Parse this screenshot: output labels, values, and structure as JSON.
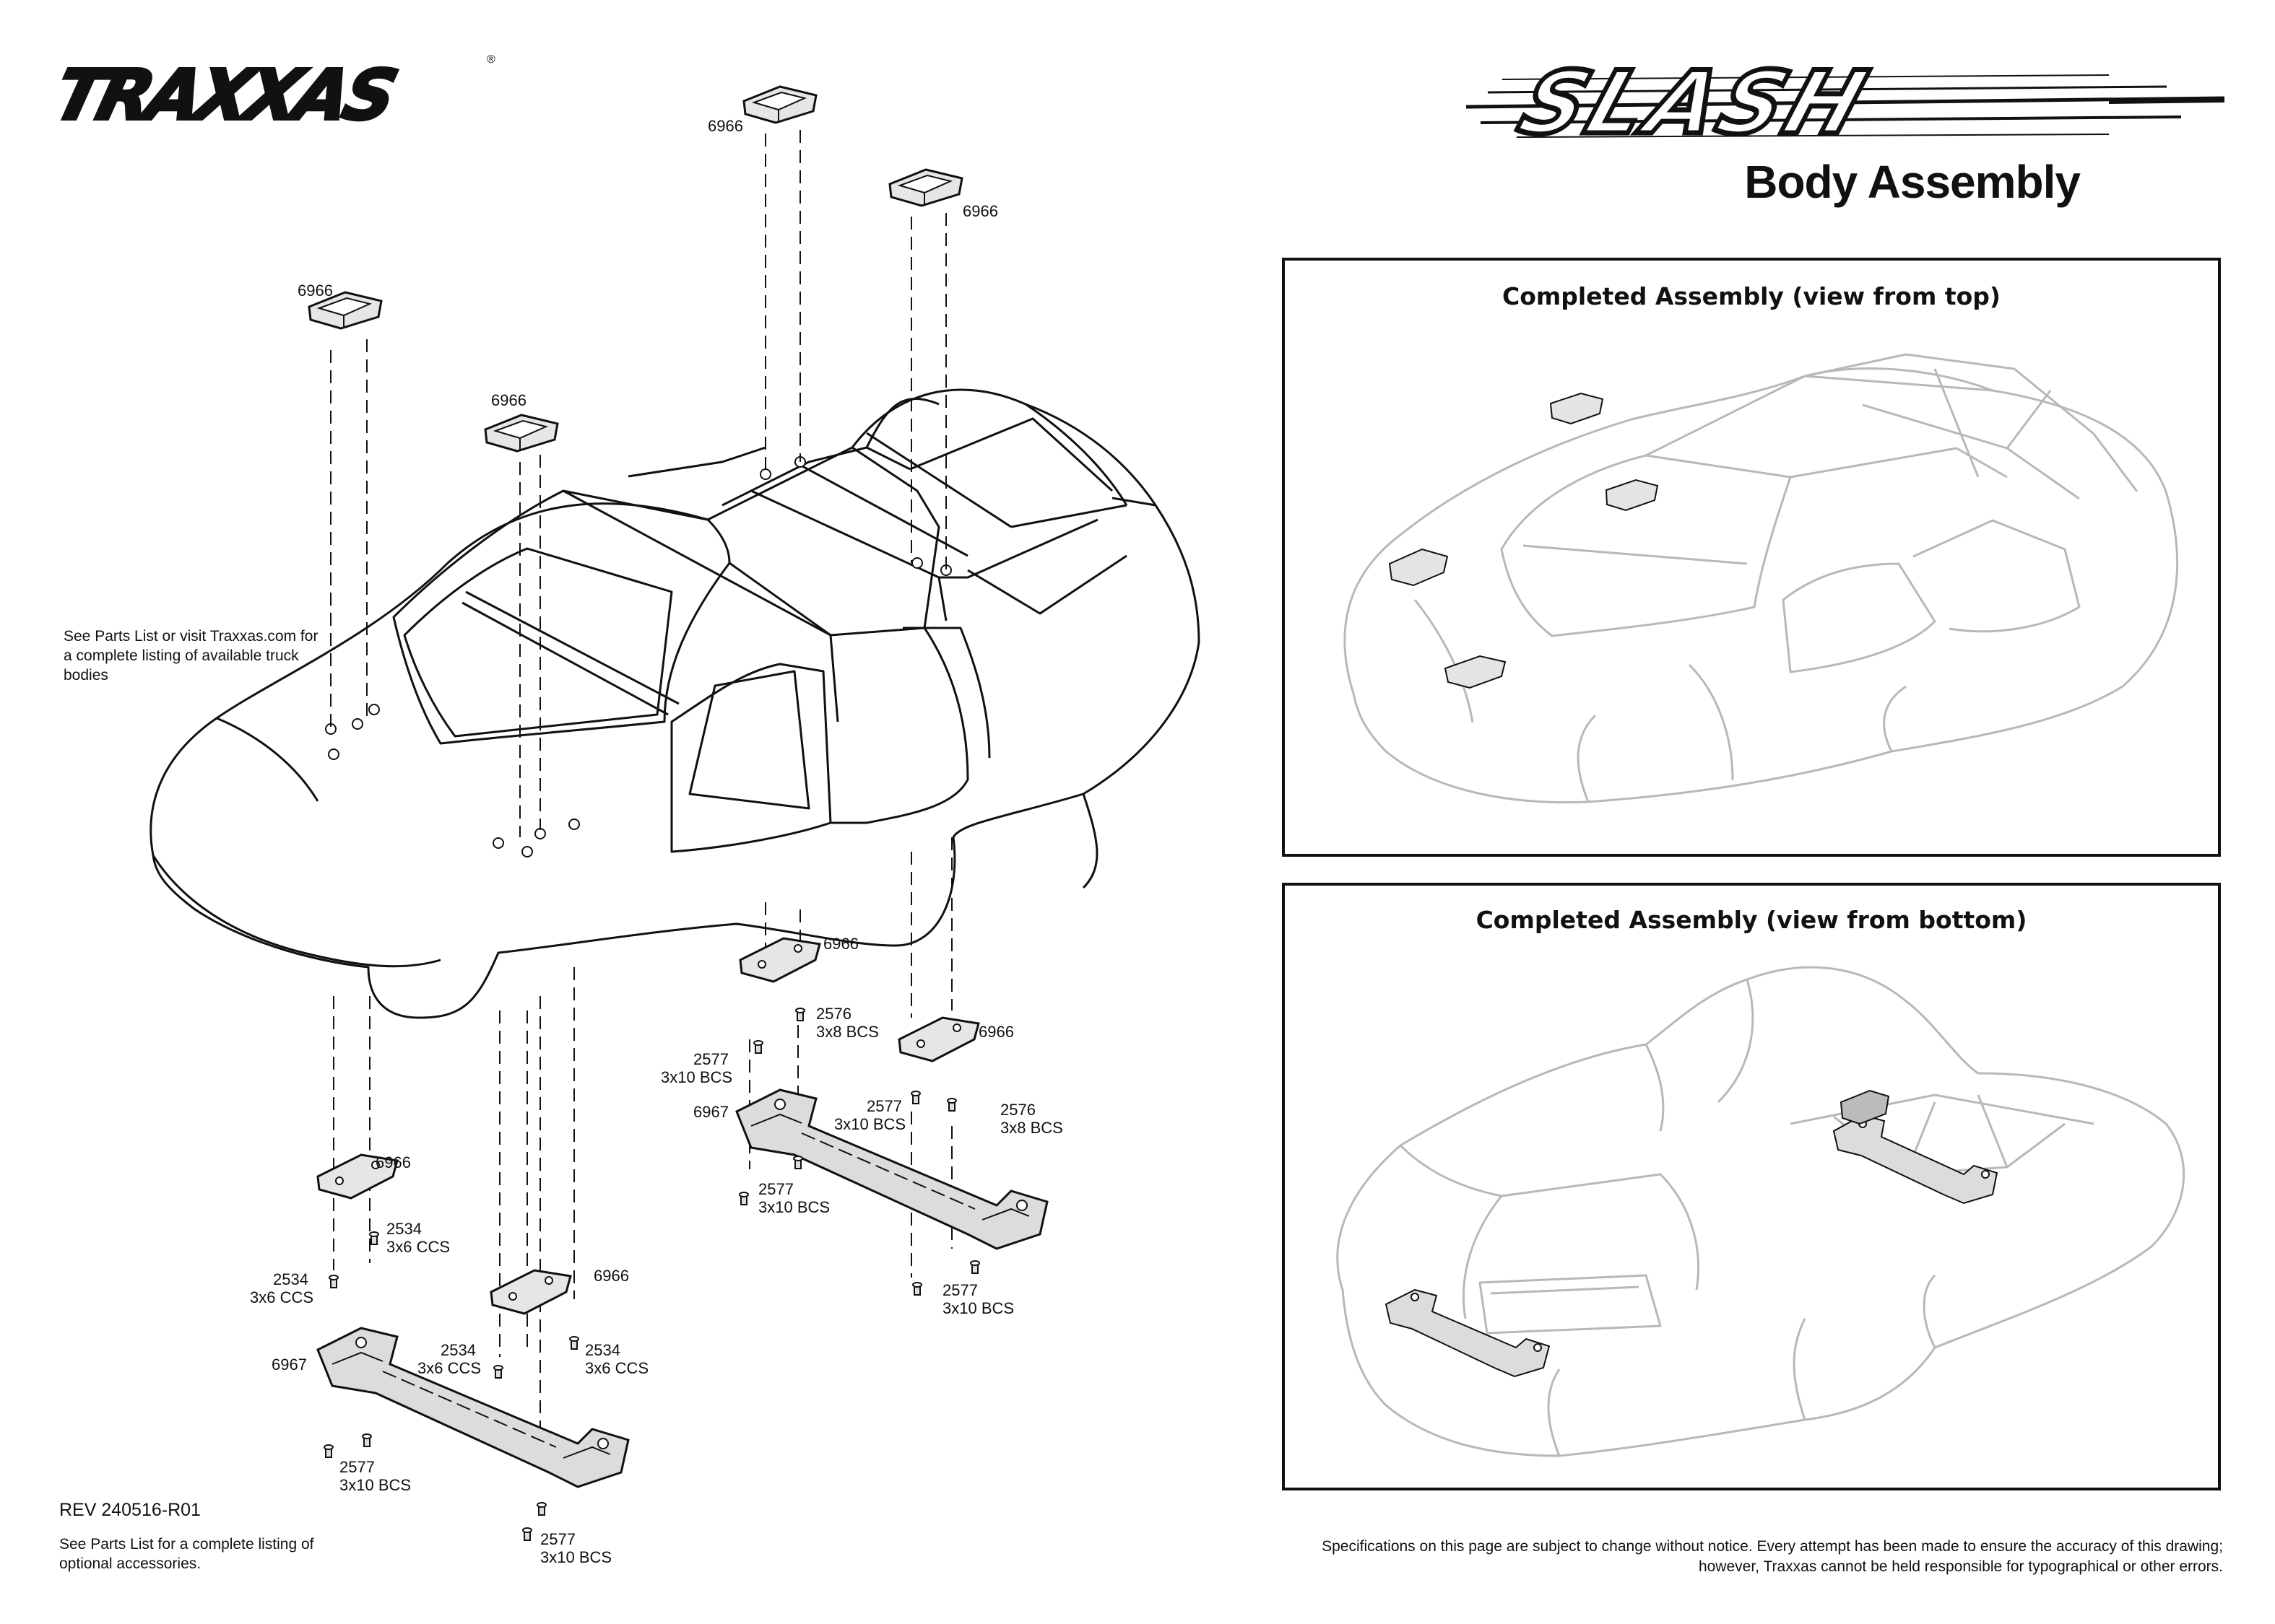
{
  "header": {
    "brand_logo": "TRAXXAS",
    "brand_mark": "®",
    "model_logo": "SLASH",
    "title": "Body Assembly"
  },
  "notes": {
    "truck_bodies": "See Parts List or visit Traxxas.com for a complete listing of available truck bodies",
    "revision": "REV 240516-R01",
    "accessories": "See Parts List for a complete listing of optional accessories.",
    "disclaimer": "Specifications on this page are subject to change without notice.  Every attempt has been made to ensure the accuracy of this drawing; however, Traxxas cannot be held responsible for typographical or other errors."
  },
  "panels": {
    "top_view": {
      "title": "Completed Assembly (view from top)"
    },
    "bottom_view": {
      "title": "Completed Assembly (view from bottom)"
    }
  },
  "callouts": {
    "c01": "6966",
    "c02": "6966",
    "c03": "6966",
    "c04": "6966",
    "c05": "6966",
    "c06": "2576",
    "c06b": "3x8 BCS",
    "c07": "2577",
    "c07b": "3x10 BCS",
    "c08": "6966",
    "c09": "6967",
    "c10": "2577",
    "c10b": "3x10 BCS",
    "c11": "2576",
    "c11b": "3x8 BCS",
    "c12": "2577",
    "c12b": "3x10 BCS",
    "c13": "2577",
    "c13b": "3x10 BCS",
    "c14": "6966",
    "c15": "2534",
    "c15b": "3x6 CCS",
    "c16": "2534",
    "c16b": "3x6 CCS",
    "c17": "6967",
    "c18": "6966",
    "c19": "2534",
    "c19b": "3x6 CCS",
    "c20": "2534",
    "c20b": "3x6 CCS",
    "c21": "2577",
    "c21b": "3x10 BCS",
    "c22": "2577",
    "c22b": "3x10 BCS"
  }
}
